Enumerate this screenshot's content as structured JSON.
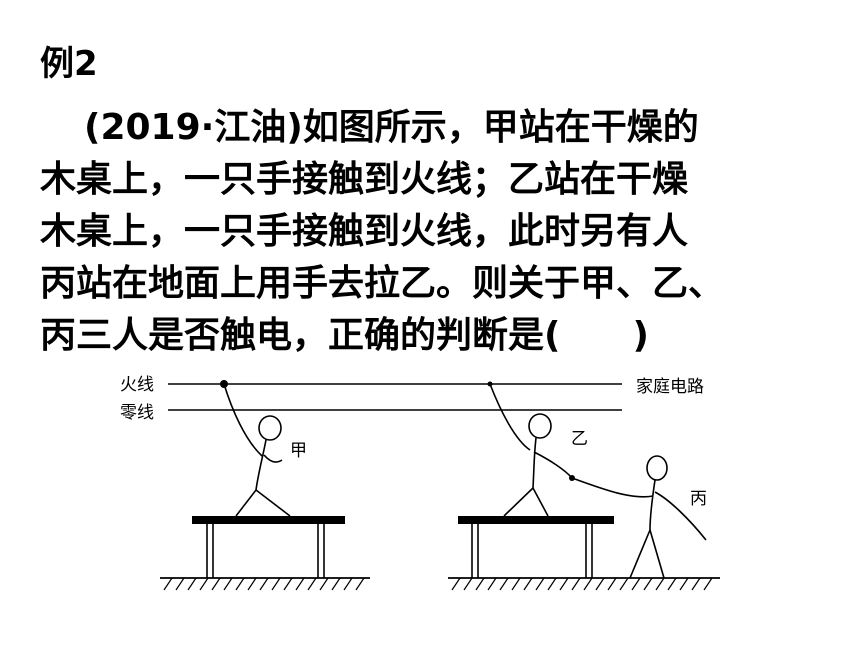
{
  "example_label": "例2",
  "question_lines": [
    "(2019·江油)如图所示，甲站在干燥的",
    "木桌上，一只手接触到火线；乙站在干燥",
    "木桌上，一只手接触到火线，此时另有人",
    "丙站在地面上用手去拉乙。则关于甲、乙、",
    "丙三人是否触电，正确的判断是(　　)"
  ],
  "figure": {
    "live_wire": "火线",
    "neutral_wire": "零线",
    "circuit_label": "家庭电路",
    "person_a": "甲",
    "person_b": "乙",
    "person_c": "丙"
  }
}
